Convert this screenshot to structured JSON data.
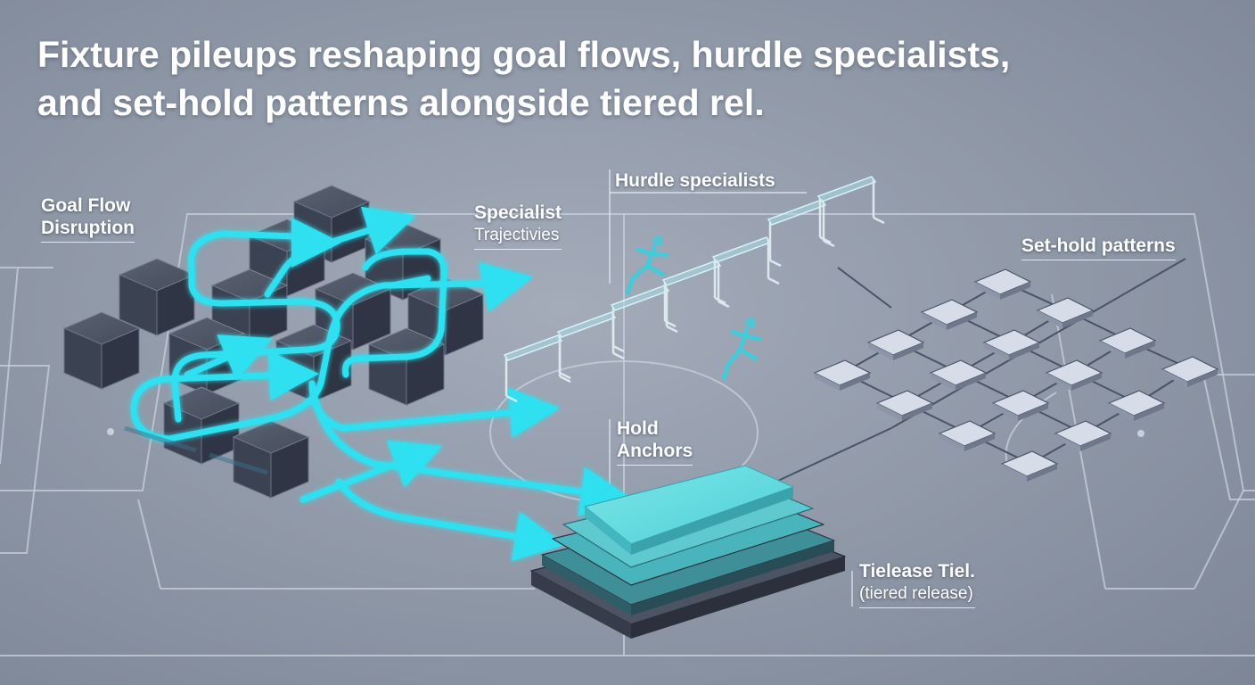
{
  "headline": {
    "line1": "Fixture pileups reshaping goal flows, hurdle specialists,",
    "line2": "and set-hold patterns alongside tiered rel."
  },
  "labels": {
    "goal_flow_line1": "Goal Flow",
    "goal_flow_line2": "Disruption",
    "specialist_line1": "Specialist",
    "specialist_line2": "Trajectivies",
    "hurdle_specialists": "Hurdle specialists",
    "set_hold_patterns": "Set-hold patterns",
    "hold_anchors_line1": "Hold",
    "hold_anchors_line2": "Anchors",
    "tielease_line1": "Tielease Tiel.",
    "tielease_line2": "(tiered release)"
  },
  "colors": {
    "accent_cyan": "#2fe0f0",
    "cube_dark": "#3b4252",
    "pitch_line": "#c9d0dc",
    "tier_cyan": "#5fd9de"
  },
  "icons": [
    "runner-icon",
    "hurdle-icon",
    "cube-block-icon",
    "tile-icon"
  ]
}
